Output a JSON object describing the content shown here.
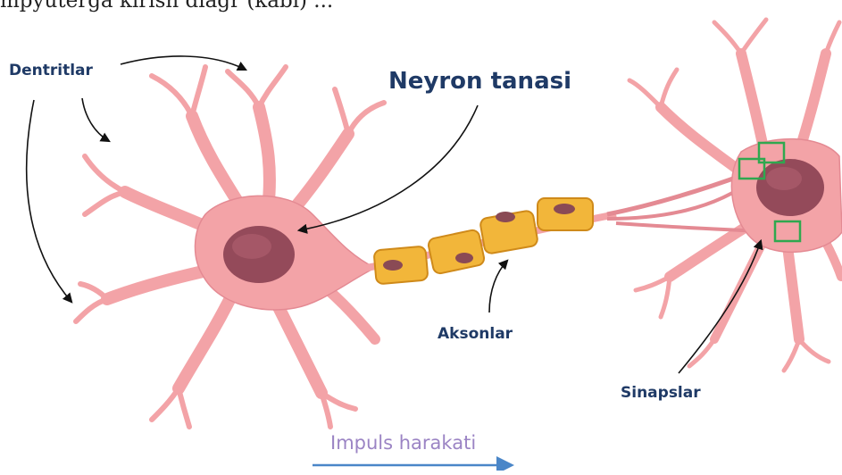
{
  "header": {
    "text": "mpyuterga kirish diagr (kabi) ..."
  },
  "labels": {
    "dendrites": "Dentritlar",
    "cell_body": "Neyron tanasi",
    "axons": "Aksonlar",
    "synapses": "Sinapslar",
    "impulse": "Impuls harakati"
  },
  "colors": {
    "neuron_fill": "#f3a3a7",
    "neuron_stroke": "#cc6470",
    "nucleus": "#944a5a",
    "myelin": "#f2b63a",
    "myelin_stroke": "#cf8a1a",
    "label_blue": "#1f3a66",
    "impulse_purple": "#9b84c4",
    "impulse_arrow": "#4a86c8",
    "synapse_box": "#2fa84f"
  }
}
